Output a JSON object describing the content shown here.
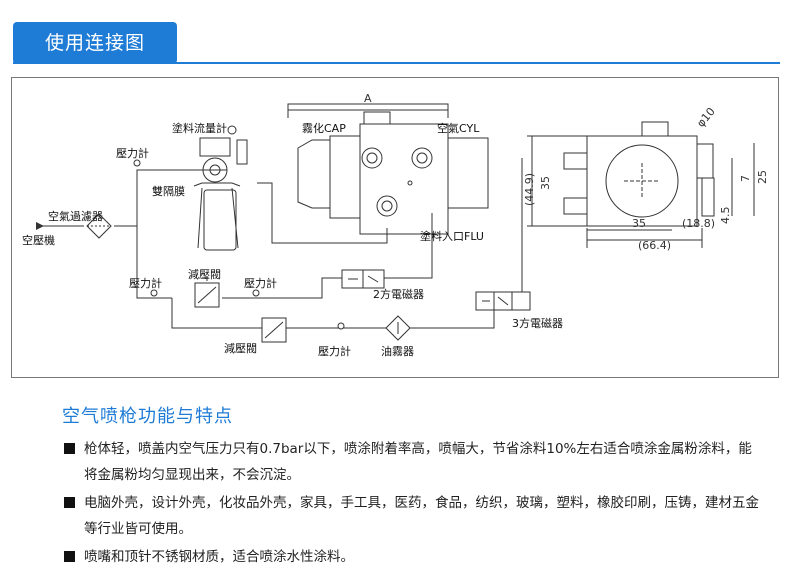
{
  "header": {
    "title": "使用连接图"
  },
  "diagram": {
    "labels": {
      "flowmeter": "塗料流量計",
      "pressure_gauge_top": "壓力計",
      "double_diaphragm": "雙隔膜",
      "air_filter": "空氣過濾器",
      "air_compressor": "空壓機",
      "atomize_cap": "霧化CAP",
      "air_cyl": "空氣CYL",
      "paint_inlet": "塗料入口FLU",
      "pressure_gauge_left": "壓力計",
      "pressure_reducer_top": "減壓閥",
      "pressure_gauge_mid": "壓力計",
      "solenoid_2way": "2方電磁器",
      "solenoid_3way": "3方電磁器",
      "pressure_reducer_bottom": "減壓閥",
      "pressure_gauge_bottom": "壓力計",
      "oil_mist": "油霧器"
    },
    "dimensions": {
      "a": "A",
      "h_44_9": "(44.9)",
      "h_35_left": "35",
      "d_10": "φ10",
      "h_7": "7",
      "h_25": "25",
      "h_4_5": "4.5",
      "w_35": "35",
      "w_18_8": "(18.8)",
      "w_66_4": "(66.4)"
    }
  },
  "section": {
    "title": "空气喷枪功能与特点"
  },
  "features": [
    {
      "text": "枪体轻，喷盖内空气压力只有0.7bar以下，喷涂附着率高，喷幅大，节省涂料10%左右适合喷涂金属粉涂料，能将金属粉均匀显现出来，不会沉淀。"
    },
    {
      "text": "电脑外壳，设计外壳，化妆品外壳，家具，手工具，医药，食品，纺织，玻璃，塑料，橡胶印刷，压铸，建材五金等行业皆可使用。"
    },
    {
      "text": "喷嘴和顶针不锈钢材质，适合喷涂水性涂料。"
    }
  ]
}
